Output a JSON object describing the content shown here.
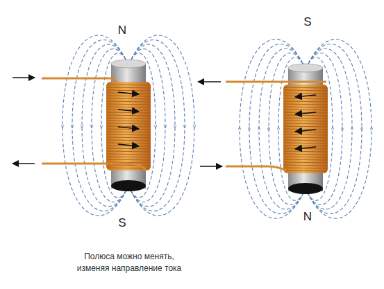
{
  "diagram": {
    "caption": "Полюса можно менять, изменяя направление тока",
    "labels": [
      "N",
      "S",
      "S",
      "N"
    ]
  }
}
